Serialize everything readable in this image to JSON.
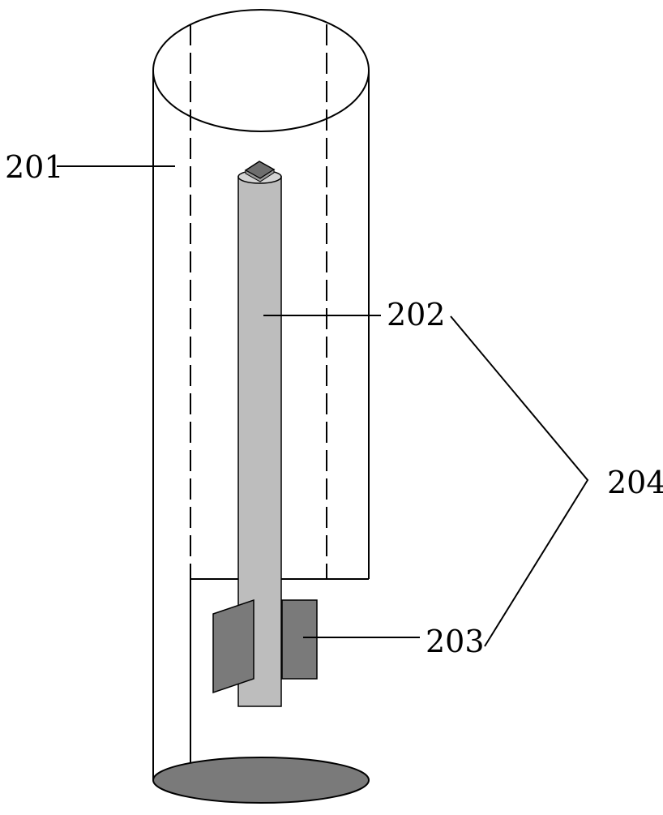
{
  "labels": {
    "label_201": "201",
    "label_202": "202",
    "label_203": "203",
    "label_204": "204"
  },
  "colors": {
    "outline": "#000000",
    "rod_fill": "#bdbdbd",
    "blade_fill": "#7a7a7a",
    "bottom_fill": "#7a7a7a",
    "cap_fill": "#6e6e6e",
    "background": "#ffffff"
  }
}
